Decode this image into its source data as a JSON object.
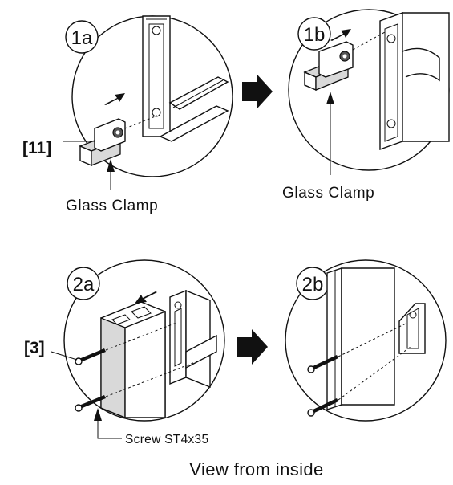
{
  "panels": [
    {
      "step": "1a",
      "callout": "[11]",
      "part_label": "Glass Clamp"
    },
    {
      "step": "1b",
      "part_label": "Glass Clamp"
    },
    {
      "step": "2a",
      "callout": "[3]",
      "part_label": "Screw ST4x35"
    },
    {
      "step": "2b"
    }
  ],
  "footer": "View from inside",
  "icons": [
    "right-arrow-icon",
    "direction-arrow-icon"
  ],
  "colors": {
    "line": "#111111",
    "background": "#ffffff"
  }
}
